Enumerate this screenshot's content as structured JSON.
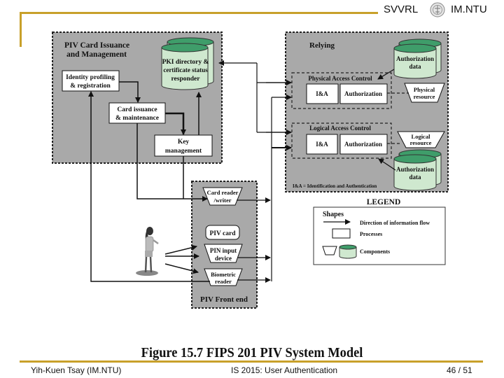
{
  "header": {
    "lab": "SVVRL",
    "logo_icon": "ntu-seal-icon",
    "org": "IM.NTU"
  },
  "figure": {
    "caption": "Figure 15.7  FIPS 201 PIV System Model",
    "issuance": {
      "title_line1": "PIV Card Issuance",
      "title_line2": "and Management",
      "pki_line1": "PKI directory &",
      "pki_line2": "certificate status",
      "pki_line3": "responder",
      "identity_line1": "Identity profiling",
      "identity_line2": "& registration",
      "card_issuance_line1": "Card issuance",
      "card_issuance_line2": "& maintenance",
      "key_line1": "Key",
      "key_line2": "management"
    },
    "relying": {
      "title": "Relying",
      "auth_data_top_line1": "Authorization",
      "auth_data_top_line2": "data",
      "physical_title": "Physical Access Control",
      "physical_ia": "I&A",
      "physical_authz": "Authorization",
      "physical_resource_line1": "Physical",
      "physical_resource_line2": "resource",
      "logical_title": "Logical Access Control",
      "logical_ia": "I&A",
      "logical_authz": "Authorization",
      "logical_resource_line1": "Logical",
      "logical_resource_line2": "resource",
      "auth_data_bottom_line1": "Authorization",
      "auth_data_bottom_line2": "data",
      "footnote": "I&A = Identification and Authentication"
    },
    "front_end": {
      "title": "PIV Front end",
      "card_reader_line1": "Card reader",
      "card_reader_line2": "/writer",
      "piv_card": "PIV card",
      "pin_line1": "PIN input",
      "pin_line2": "device",
      "biometric_line1": "Biometric",
      "biometric_line2": "reader"
    },
    "legend": {
      "title": "LEGEND",
      "shapes": "Shapes",
      "flow": "Direction of information flow",
      "processes": "Processes",
      "components": "Components"
    },
    "colors": {
      "panel": "#a9a9a9",
      "cylinder": "#cfe8cf",
      "cylinder_top": "#3f9d6a",
      "accent": "#c8a02a"
    }
  },
  "footer": {
    "author": "Yih-Kuen Tsay (IM.NTU)",
    "course": "IS 2015: User Authentication",
    "page": "46 / 51"
  }
}
